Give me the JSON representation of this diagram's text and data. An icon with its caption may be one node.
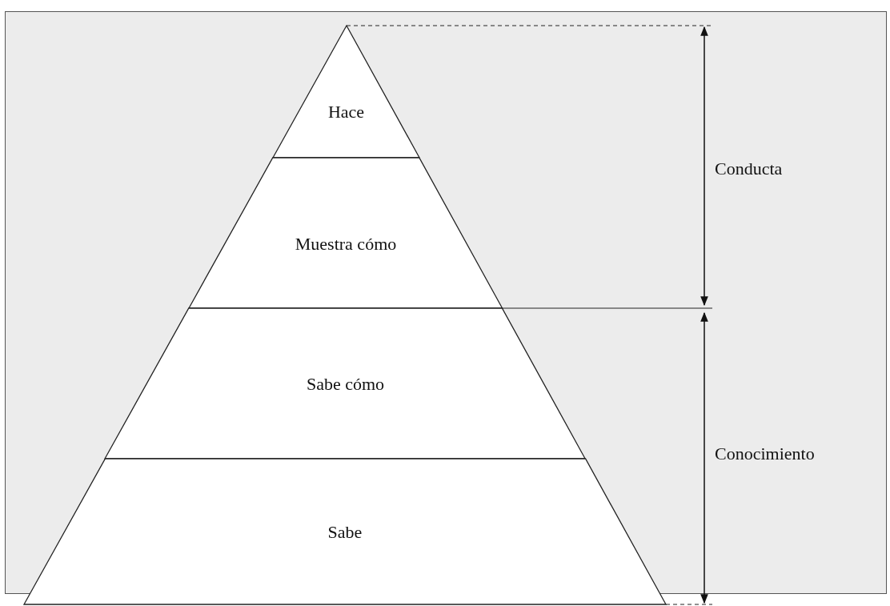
{
  "diagram": {
    "nodes": [
      {
        "text": [
          "Hace"
        ]
      },
      {
        "text": [
          "Muestra cómo"
        ]
      },
      {
        "text": [
          "Sabe cómo"
        ]
      },
      {
        "text": [
          "Sabe"
        ]
      }
    ],
    "labels": [
      "Conducta",
      "Conocimiento"
    ]
  }
}
